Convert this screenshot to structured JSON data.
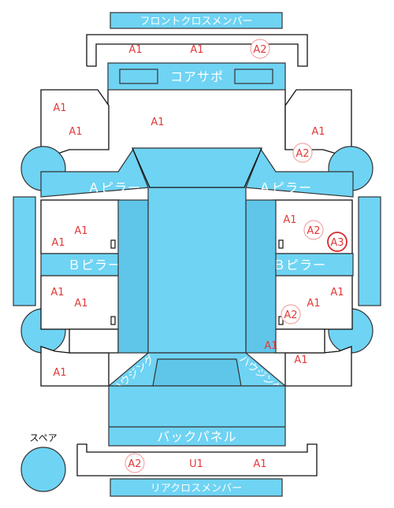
{
  "parts": {
    "front_cross_member": "フロントクロスメンバー",
    "core_support": "コアサポ",
    "a_pillar_left": "Ａピラー",
    "a_pillar_right": "Ａピラー",
    "b_pillar_left": "Ｂピラー",
    "b_pillar_right": "Ｂピラー",
    "back_panel": "バックパネル",
    "rear_cross_member": "リアクロスメンバー",
    "spare": "スペア",
    "tire_house_left": "ハウジング",
    "tire_house_right": "ハウジング"
  },
  "damage_marks": [
    {
      "id": "m1",
      "label": "A1",
      "circled": false
    },
    {
      "id": "m2",
      "label": "A1",
      "circled": false
    },
    {
      "id": "m3",
      "label": "A2",
      "circled": true
    },
    {
      "id": "m4",
      "label": "A1",
      "circled": false
    },
    {
      "id": "m5",
      "label": "A1",
      "circled": false
    },
    {
      "id": "m6",
      "label": "A1",
      "circled": false
    },
    {
      "id": "m7",
      "label": "A1",
      "circled": false
    },
    {
      "id": "m8",
      "label": "A2",
      "circled": true
    },
    {
      "id": "m9",
      "label": "A1",
      "circled": false
    },
    {
      "id": "m10",
      "label": "A1",
      "circled": false
    },
    {
      "id": "m11",
      "label": "A1",
      "circled": false
    },
    {
      "id": "m12",
      "label": "A2",
      "circled": true
    },
    {
      "id": "m13",
      "label": "A3",
      "circled": true,
      "strong": true
    },
    {
      "id": "m14",
      "label": "A1",
      "circled": false
    },
    {
      "id": "m15",
      "label": "A1",
      "circled": false
    },
    {
      "id": "m16",
      "label": "A1",
      "circled": false
    },
    {
      "id": "m17",
      "label": "A1",
      "circled": false
    },
    {
      "id": "m18",
      "label": "A2",
      "circled": true
    },
    {
      "id": "m19",
      "label": "A1",
      "circled": false
    },
    {
      "id": "m20",
      "label": "A1",
      "circled": false
    },
    {
      "id": "m21",
      "label": "A1",
      "circled": false
    },
    {
      "id": "m22",
      "label": "A2",
      "circled": true
    },
    {
      "id": "m23",
      "label": "U1",
      "circled": false
    },
    {
      "id": "m24",
      "label": "A1",
      "circled": false
    }
  ],
  "colors": {
    "panel_blue": "#6fd3f3",
    "damage_red": "#e23a3a",
    "ring_light": "#f2a8a8",
    "ring_strong": "#d62a2a"
  }
}
